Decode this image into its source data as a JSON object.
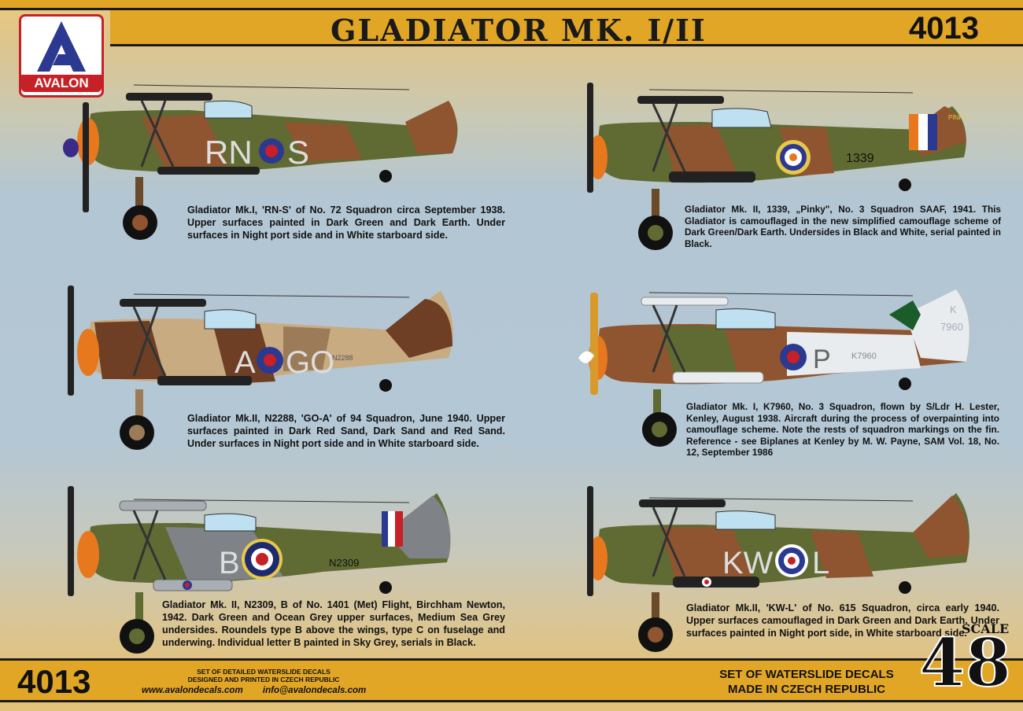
{
  "header": {
    "brand": "AVALON",
    "title": "GLADIATOR MK. I/II",
    "kit_number": "4013"
  },
  "footer": {
    "kit_number": "4013",
    "small_line1": "SET OF DETAILED WATERSLIDE DECALS",
    "small_line2": "DESIGNED AND PRINTED IN CZECH REPUBLIC",
    "website": "www.avalondecals.com",
    "email": "info@avalondecals.com",
    "waterslide_line1": "SET OF WATERSLIDE DECALS",
    "waterslide_line2": "MADE IN CZECH REPUBLIC",
    "scale_label": "SCALE",
    "scale_value": "48"
  },
  "colors": {
    "band": "#e2a626",
    "brand_red": "#c62127",
    "brand_blue": "#2b3990",
    "dark_green": "#5f6b32",
    "dark_earth": "#8e5530",
    "night": "#141414"
  },
  "aircraft": [
    {
      "markings": "RN S",
      "markings_left": "RN",
      "markings_right": "S",
      "caption": "Gladiator Mk.I, 'RN-S' of No. 72 Squadron circa September 1938. Upper surfaces painted in Dark Green and Dark Earth. Under surfaces in Night port side and in White starboard side."
    },
    {
      "serial": "1339",
      "fin_text": "PINKY",
      "caption": "Gladiator Mk. II, 1339, „Pinky\", No. 3 Squadron SAAF, 1941. This Gladiator is camouflaged in the new simplified camouflage scheme of Dark Green/Dark Earth. Undersides in Black and White, serial painted in Black."
    },
    {
      "markings_left": "A",
      "markings_right": "GO",
      "serial": "N2288",
      "caption": "Gladiator Mk.II, N2288, 'GO-A' of 94 Squadron, June 1940. Upper surfaces painted in Dark Red Sand, Dark Sand and Red Sand. Under surfaces in Night port side and in White starboard side."
    },
    {
      "markings_right": "P",
      "serial": "K7960",
      "fin_letter": "K",
      "fin_number": "7960",
      "caption": "Gladiator Mk. I, K7960, No. 3 Squadron, flown by S/Ldr H. Lester, Kenley, August 1938. Aircraft during the process of overpainting into camouflage scheme. Note the rests of squadron markings on the fin. Reference - see Biplanes at Kenley by M. W. Payne, SAM Vol. 18, No. 12, September 1986"
    },
    {
      "markings_left": "B",
      "serial": "N2309",
      "caption": "Gladiator Mk. II, N2309, B of No. 1401 (Met) Flight, Birchham Newton, 1942. Dark Green and Ocean Grey upper surfaces, Medium Sea Grey undersides. Roundels type B above the wings, type C on fuselage and underwing. Individual letter B painted in Sky Grey, serials in Black."
    },
    {
      "markings_left": "KW",
      "markings_right": "L",
      "caption": "Gladiator Mk.II, 'KW-L' of No. 615 Squadron, circa early 1940. Upper surfaces camouflaged in Dark Green and Dark Earth. Under surfaces painted in Night port side, in White starboard side."
    }
  ]
}
